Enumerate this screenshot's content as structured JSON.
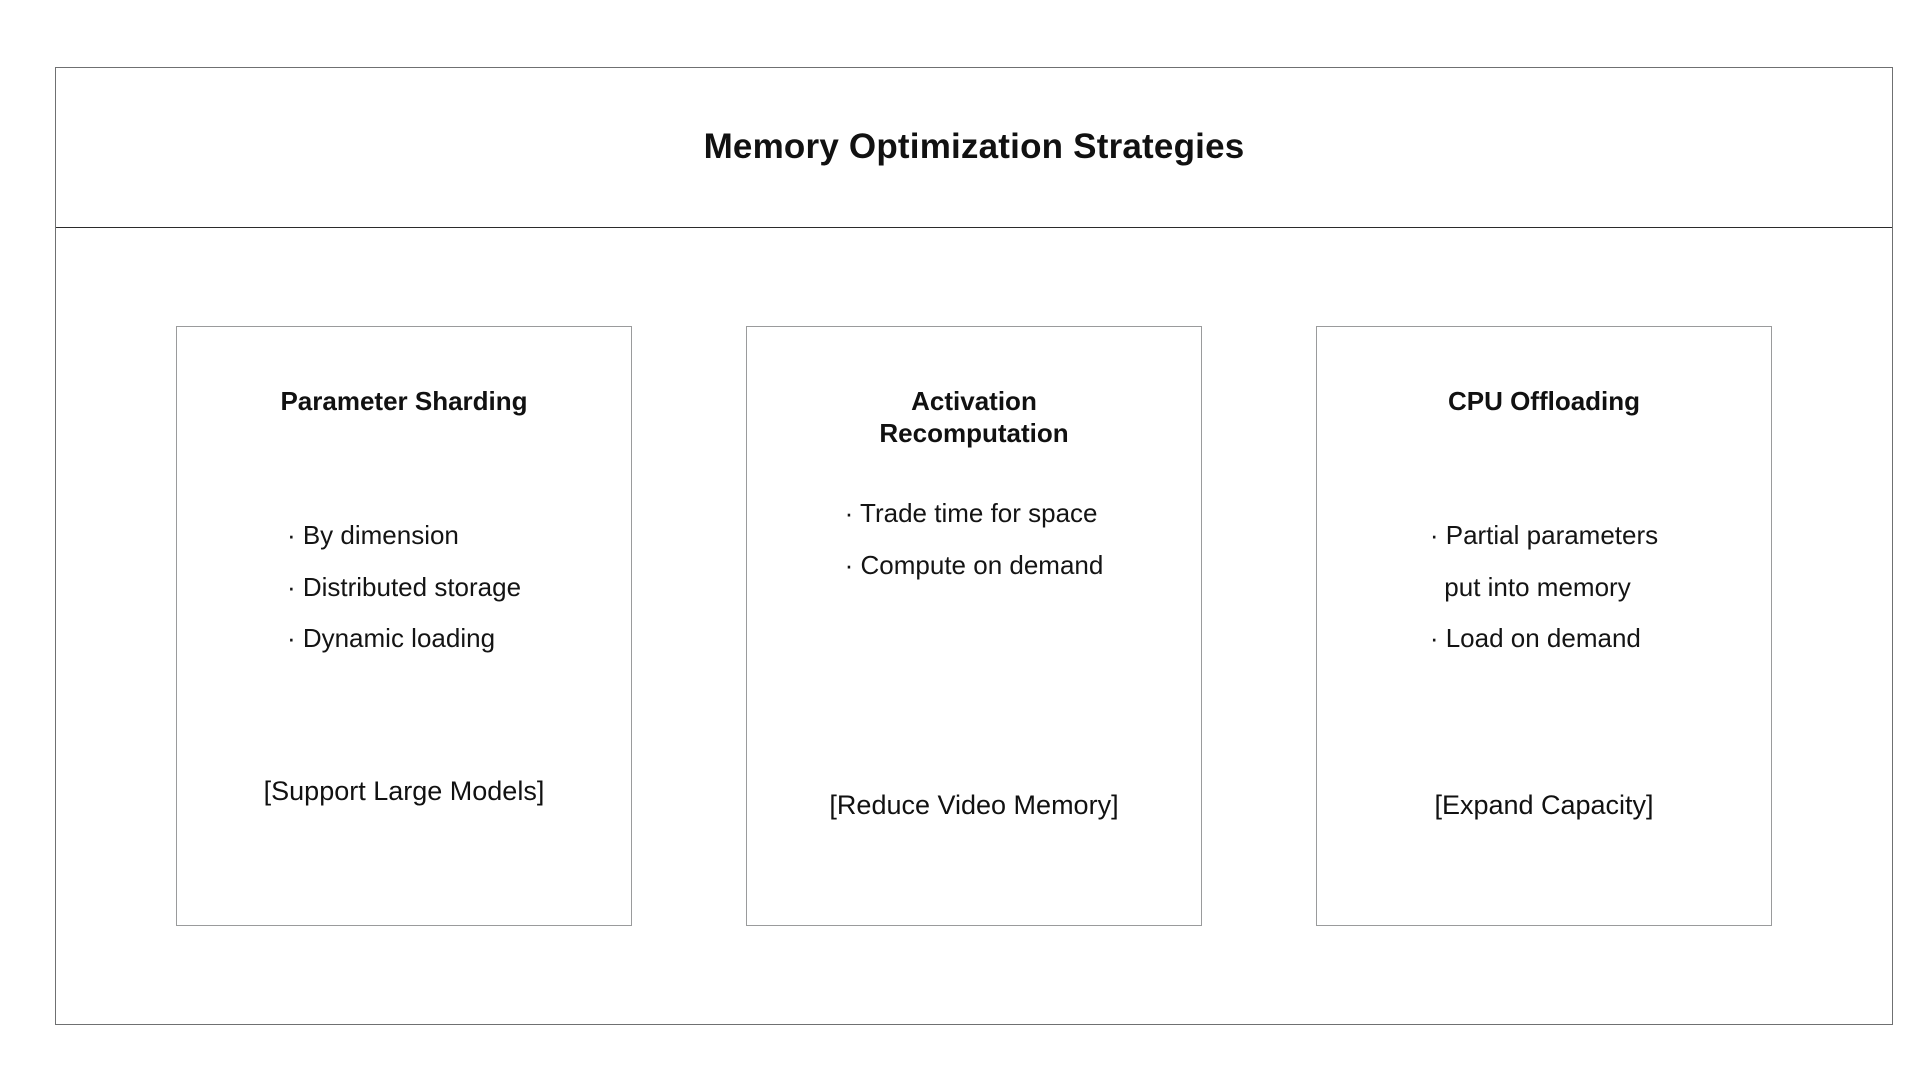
{
  "diagram": {
    "title": "Memory Optimization Strategies",
    "frame_border_color": "#6f7071",
    "divider_color": "#2b2b2b",
    "card_border_color": "#9a9b9c",
    "background_color": "#ffffff",
    "text_color": "#111111",
    "cards": [
      {
        "title": "Parameter Sharding",
        "bullets": [
          "· By dimension",
          "· Distributed storage",
          "· Dynamic loading"
        ],
        "footer": "[Support Large Models]"
      },
      {
        "title": "Activation\nRecomputation",
        "bullets": [
          "· Trade time for space",
          "· Compute on demand"
        ],
        "footer": "[Reduce Video Memory]"
      },
      {
        "title": "CPU Offloading",
        "bullets": [
          "· Partial parameters",
          "  put into memory",
          "· Load on demand"
        ],
        "footer": "[Expand Capacity]"
      }
    ]
  }
}
